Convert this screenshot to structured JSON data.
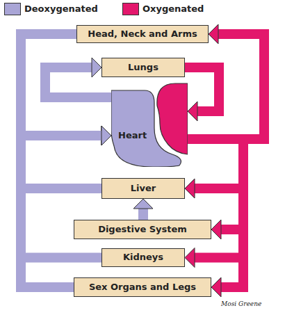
{
  "diagram": {
    "nodes": [
      {
        "text": [
          "Head, Neck and Arms"
        ]
      },
      {
        "text": [
          "Lungs"
        ]
      },
      {
        "text": [
          "Heart"
        ]
      },
      {
        "text": [
          "Liver"
        ]
      },
      {
        "text": [
          "Digestive System"
        ]
      },
      {
        "text": [
          "Kidneys"
        ]
      },
      {
        "text": [
          "Sex Organs and Legs"
        ]
      }
    ],
    "edges": [
      {
        "from": 0,
        "to": 2,
        "arrow": "to"
      },
      {
        "from": 2,
        "to": 0,
        "arrow": "to"
      },
      {
        "from": 2,
        "to": 1,
        "arrow": "to"
      },
      {
        "from": 1,
        "to": 2,
        "arrow": "to"
      },
      {
        "from": 3,
        "to": 2,
        "arrow": "to"
      },
      {
        "from": 2,
        "to": 3,
        "arrow": "to"
      },
      {
        "from": 4,
        "to": 3,
        "arrow": "to"
      },
      {
        "from": 2,
        "to": 4,
        "arrow": "to"
      },
      {
        "from": 5,
        "to": 2,
        "arrow": "to"
      },
      {
        "from": 2,
        "to": 5,
        "arrow": "to"
      },
      {
        "from": 6,
        "to": 2,
        "arrow": "to"
      },
      {
        "from": 2,
        "to": 6,
        "arrow": "to"
      }
    ],
    "labels": [
      "Mosi Greene"
    ],
    "legend": [
      {
        "text": "Deoxygenated",
        "color": "#a9a5d6"
      },
      {
        "text": "Oxygenated",
        "color": "#e3176c"
      }
    ]
  }
}
